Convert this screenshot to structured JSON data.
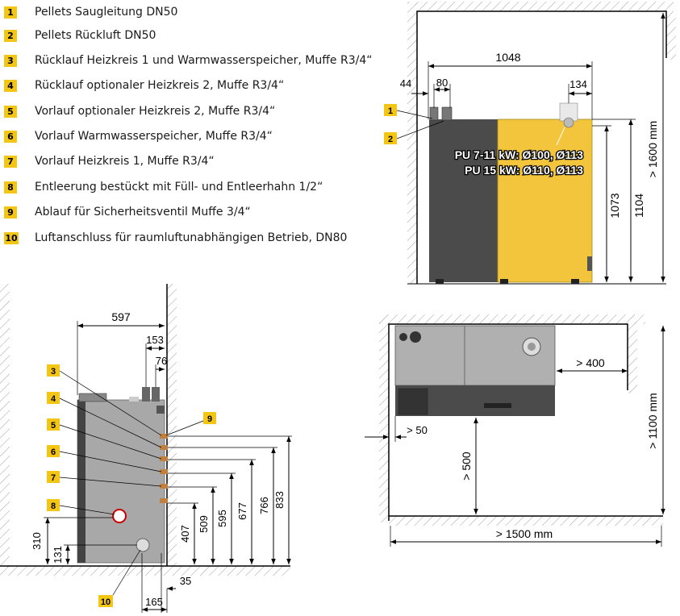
{
  "legend": [
    {
      "num": "1",
      "text": "Pellets Saugleitung DN50"
    },
    {
      "num": "2",
      "text": "Pellets Rückluft DN50"
    },
    {
      "num": "3",
      "text": "Rücklauf Heizkreis 1 und Warmwasserspeicher, Muffe R3/4“"
    },
    {
      "num": "4",
      "text": "Rücklauf optionaler Heizkreis 2, Muffe R3/4“"
    },
    {
      "num": "5",
      "text": "Vorlauf optionaler Heizkreis 2, Muffe R3/4“"
    },
    {
      "num": "6",
      "text": "Vorlauf Warmwasserspeicher, Muffe R3/4“"
    },
    {
      "num": "7",
      "text": "Vorlauf Heizkreis 1, Muffe R3/4“"
    },
    {
      "num": "8",
      "text": "Entleerung bestückt mit Füll- und Entleerhahn 1/2“"
    },
    {
      "num": "9",
      "text": "Ablauf für Sicherheitsventil Muffe 3/4“"
    },
    {
      "num": "10",
      "text": "Luftanschluss für raumluftunabhängigen Betrieb, DN80"
    }
  ],
  "front_view": {
    "width": "1048",
    "dim_44": "44",
    "dim_80": "80",
    "dim_134": "134",
    "height_1073": "1073",
    "height_1104": "1104",
    "room_height": "> 1600 mm",
    "flue_line1": "PU 7-11 kW: Ø100, Ø113",
    "flue_line2": "PU 15 kW: Ø110, Ø113",
    "callout_1": "1",
    "callout_2": "2"
  },
  "side_view": {
    "depth": "597",
    "dim_153": "153",
    "dim_76": "76",
    "h_310": "310",
    "h_131": "131",
    "h_407": "407",
    "h_509": "509",
    "h_595": "595",
    "h_677": "677",
    "h_766": "766",
    "h_833": "833",
    "dim_35": "35",
    "dim_165": "165",
    "callouts": [
      "3",
      "4",
      "5",
      "6",
      "7",
      "8",
      "9",
      "10"
    ]
  },
  "top_view": {
    "clear_400": "> 400",
    "clear_50": "> 50",
    "clear_500": "> 500",
    "room_width": "> 1500 mm",
    "room_depth": "> 1100 mm"
  },
  "colors": {
    "accent_yellow": "#f3c515",
    "boiler_dark": "#4b4b4b",
    "boiler_yellow": "#f3c53c",
    "boiler_gray": "#a8a8a8"
  }
}
